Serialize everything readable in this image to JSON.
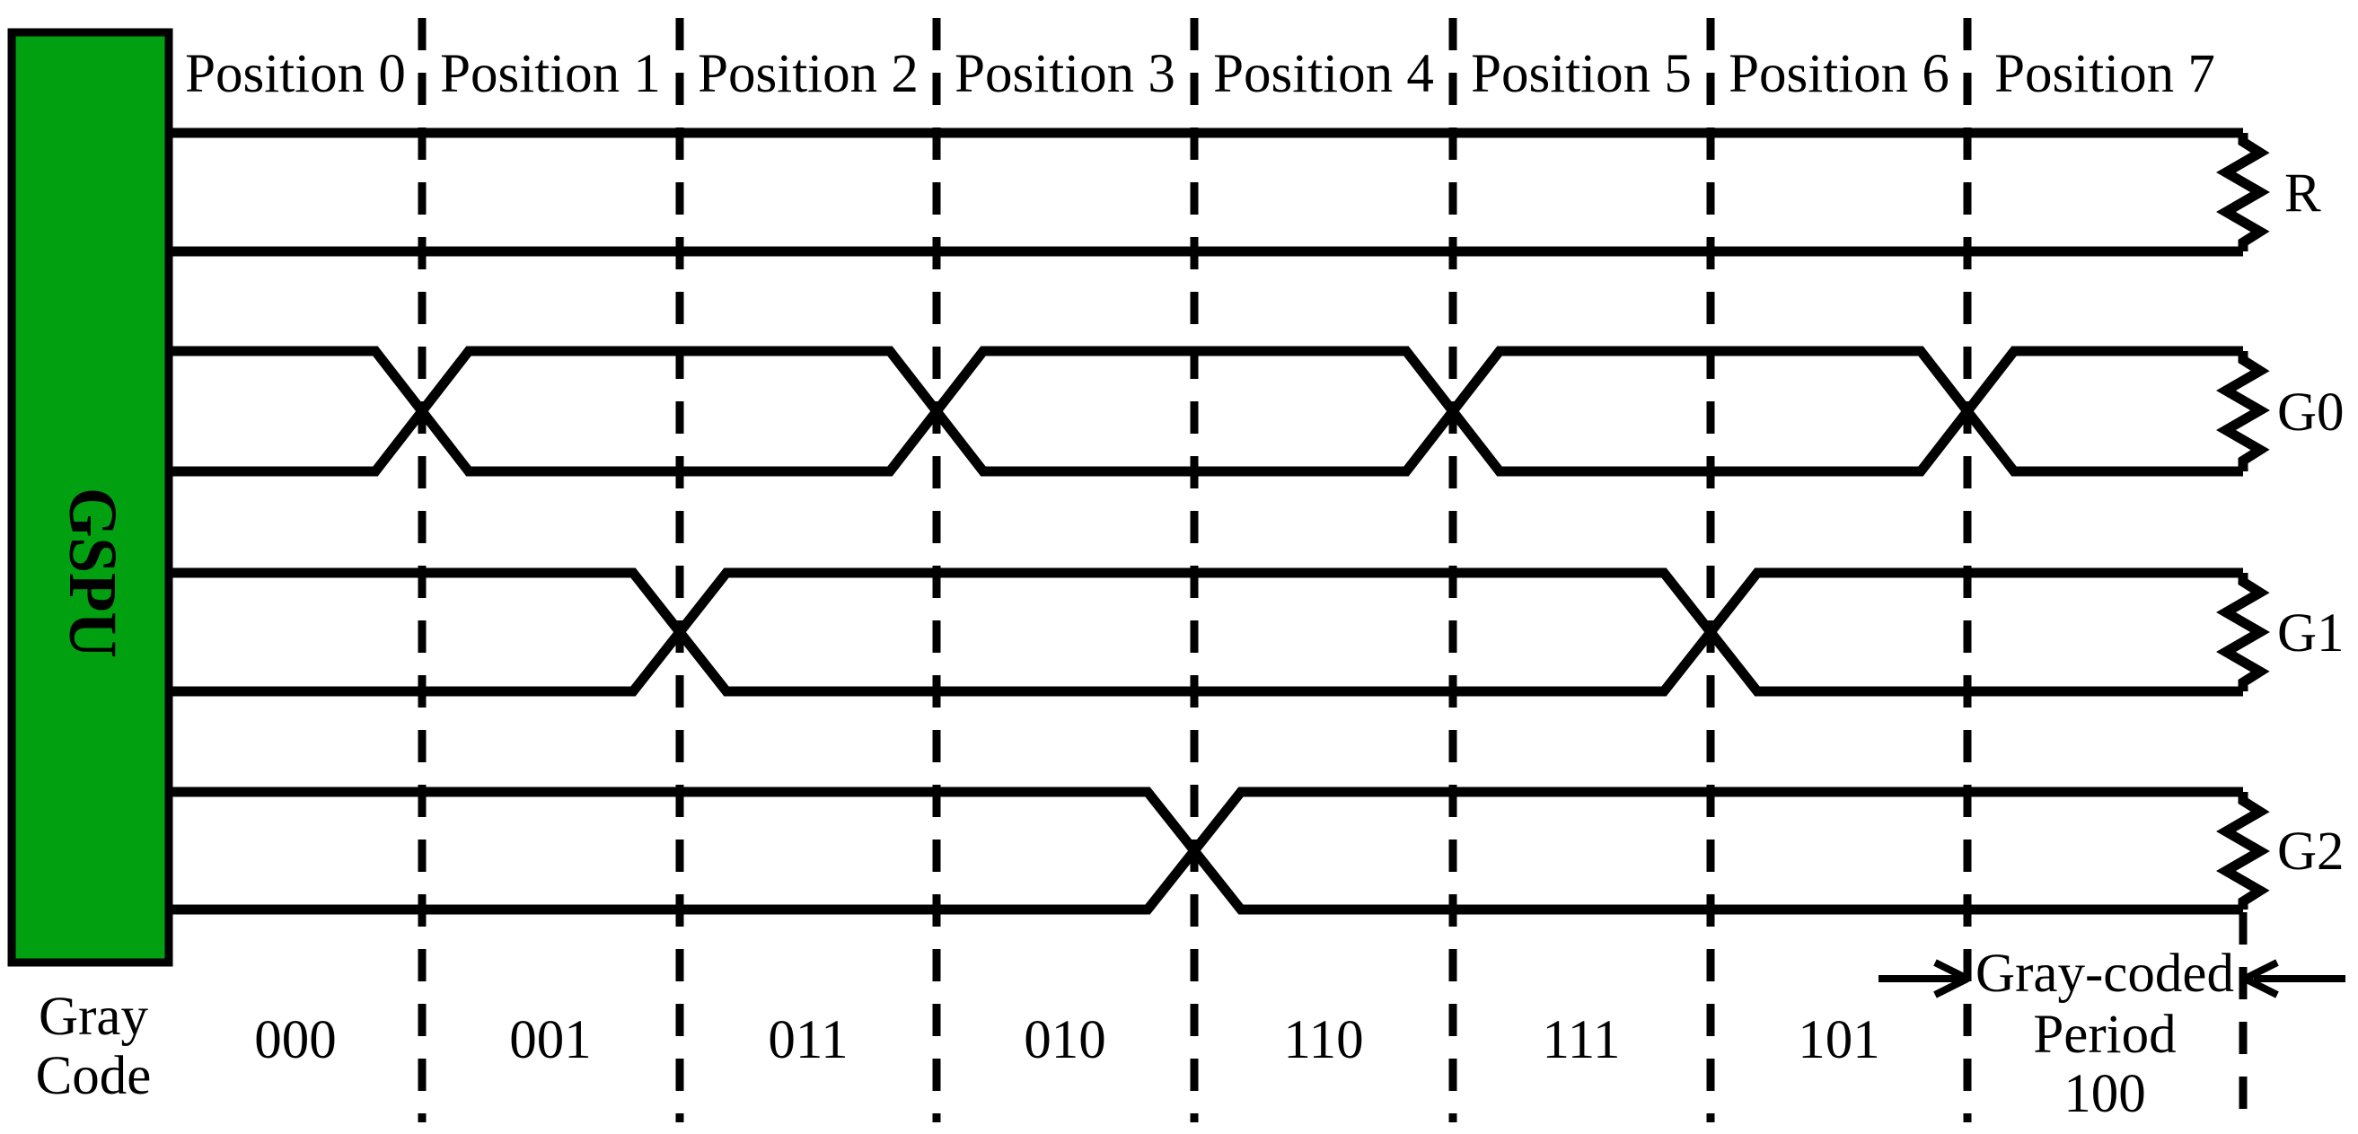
{
  "unit": {
    "label": "GSPU",
    "color": "#00A011"
  },
  "positions": {
    "labels": [
      "Position 0",
      "Position 1",
      "Position 2",
      "Position 3",
      "Position 4",
      "Position 5",
      "Position 6",
      "Position 7"
    ]
  },
  "signals": [
    {
      "label": "R",
      "toggles_at_boundaries": []
    },
    {
      "label": "G0",
      "toggles_at_boundaries": [
        0,
        2,
        4,
        6
      ]
    },
    {
      "label": "G1",
      "toggles_at_boundaries": [
        1,
        5
      ]
    },
    {
      "label": "G2",
      "toggles_at_boundaries": [
        3
      ]
    }
  ],
  "gray_code": {
    "label_line1": "Gray",
    "label_line2": "Code",
    "codes": [
      "000",
      "001",
      "011",
      "010",
      "110",
      "111",
      "101",
      "100"
    ]
  },
  "dimension": {
    "label_line1": "Gray-coded",
    "label_line2": "Period"
  }
}
